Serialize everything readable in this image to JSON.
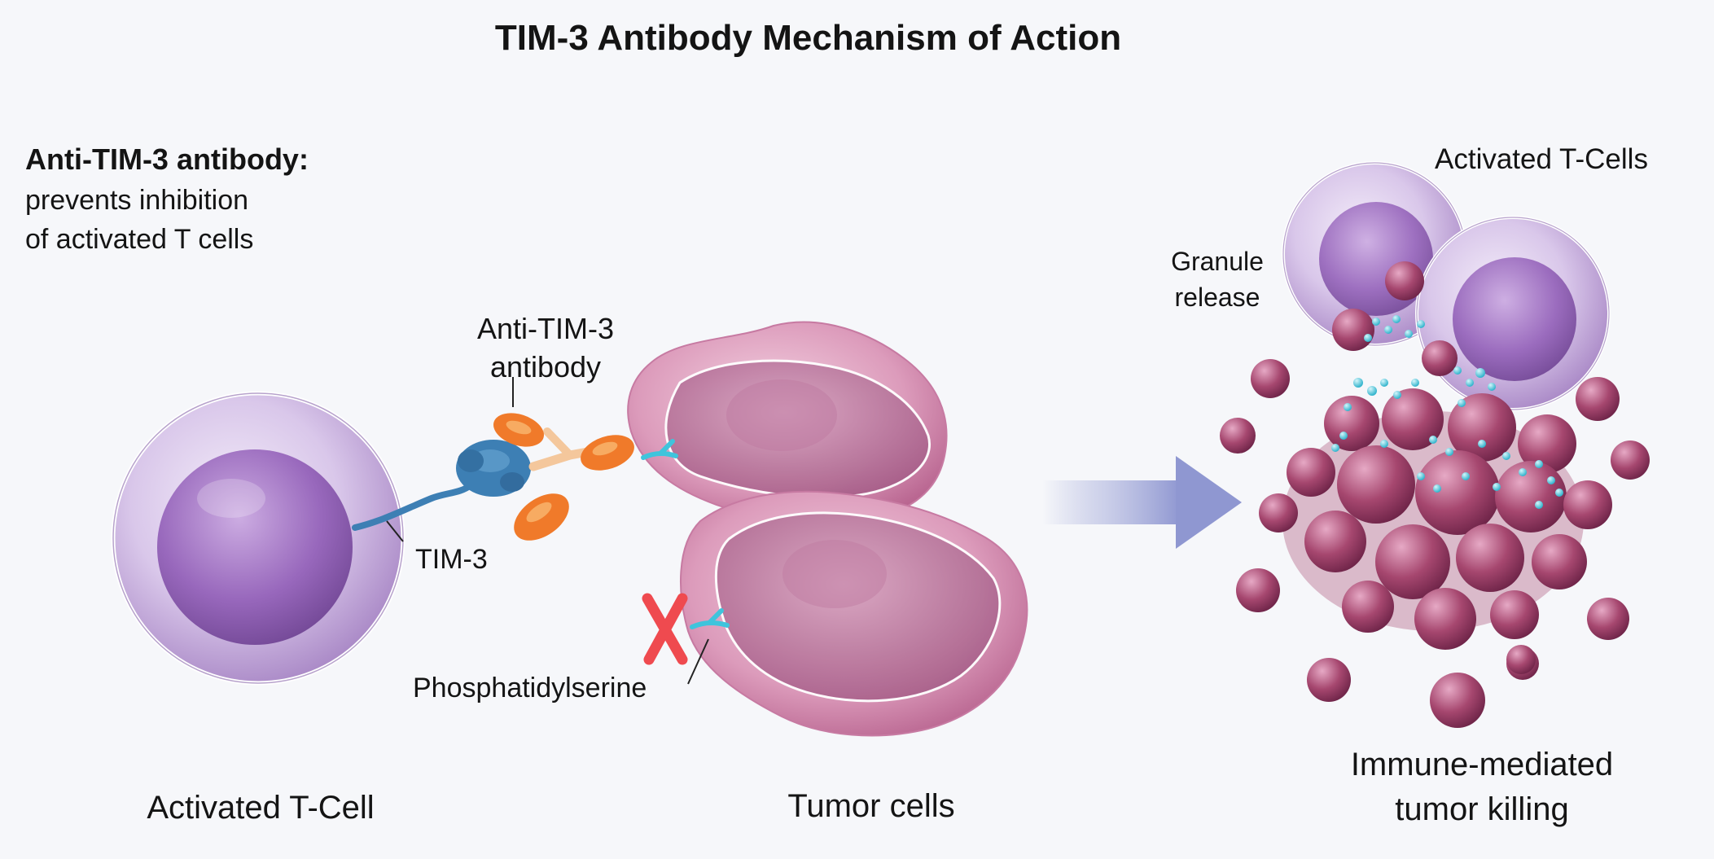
{
  "title": "TIM-3 Antibody Mechanism of Action",
  "annotation": {
    "heading": "Anti-TIM-3 antibody:",
    "lines": [
      "prevents inhibition",
      "of activated T cells"
    ]
  },
  "labels": {
    "antibody": [
      "Anti-TIM-3",
      "antibody"
    ],
    "tim3": "TIM-3",
    "phosphatidylserine": "Phosphatidylserine",
    "t_cell": "Activated T-Cell",
    "tumor_cells": "Tumor cells",
    "activated_t_cells": "Activated T-Cells",
    "granule_release": [
      "Granule",
      "release"
    ],
    "killing": [
      "Immune-mediated",
      "tumor killing"
    ]
  },
  "colors": {
    "background": "#f6f7fa",
    "t_cell": "#a988c6",
    "t_cell_nucleus": "#7a4f9e",
    "tumor_cell": "#d68fb1",
    "tumor_nucleus": "#b46a93",
    "tim3_receptor": "#3d7fb4",
    "antibody": "#f07a2a",
    "phosphatidylserine": "#3fc4dc",
    "blocked_x": "#ef4a4f",
    "arrow": "#9aa2d6",
    "granules": "#5fd0e0",
    "fragments": "#a6476f"
  },
  "icons": {
    "blocked_marker": "blocked-x-icon",
    "process_arrow": "arrow-right-icon"
  }
}
